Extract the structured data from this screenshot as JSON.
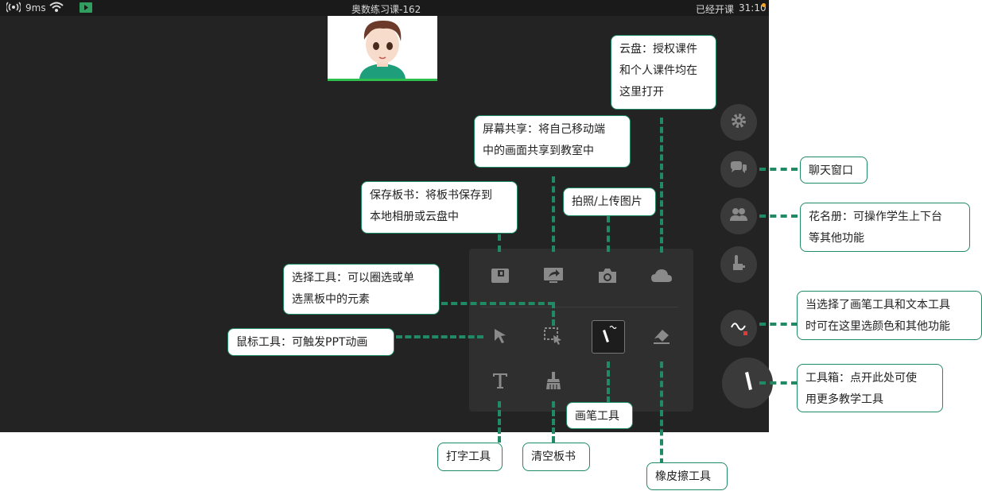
{
  "status_bar": {
    "signal": "9ms",
    "title": "奥数练习课-162",
    "class_status": "已经开课",
    "timer": "31:10"
  },
  "callouts": {
    "cloud_disk": "云盘：授权课件和个人课件均在这里打开",
    "cloud_disk_lines": [
      "云盘：授权课件",
      "和个人课件均在",
      "这里打开"
    ],
    "screen_share_lines": [
      "屏幕共享：将自己移动端",
      "中的画面共享到教室中"
    ],
    "save_board_lines": [
      "保存板书：将板书保存到",
      "本地相册或云盘中"
    ],
    "photo_upload": "拍照/上传图片",
    "select_tool_lines": [
      "选择工具：可以圈选或单",
      "选黑板中的元素"
    ],
    "mouse_tool": "鼠标工具：可触发PPT动画",
    "pen_tool": "画笔工具",
    "text_tool": "打字工具",
    "clear_board": "清空板书",
    "eraser_tool": "橡皮擦工具",
    "chat_window": "聊天窗口",
    "roster_lines": [
      "花名册：可操作学生上下台",
      "等其他功能"
    ],
    "color_lines": [
      "当选择了画笔工具和文本工具",
      "时可在这里选颜色和其他功能"
    ],
    "toolbox_lines": [
      "工具箱：点开此处可使",
      "用更多教学工具"
    ]
  },
  "colors": {
    "accent": "#1f8a63",
    "screen_bg": "#232323",
    "panel_bg": "#2f2f2f",
    "indicator_red": "#e53935",
    "video_border": "#2fbf4f"
  },
  "icons": [
    "signal-icon",
    "wifi-icon",
    "record-icon",
    "settings-icon",
    "chat-icon",
    "roster-icon",
    "raise-hand-icon",
    "color-picker-icon",
    "toolbox-icon",
    "save-icon",
    "screen-share-icon",
    "camera-icon",
    "cloud-icon",
    "mouse-cursor-icon",
    "select-icon",
    "pen-icon",
    "eraser-icon",
    "text-icon",
    "clear-icon"
  ]
}
